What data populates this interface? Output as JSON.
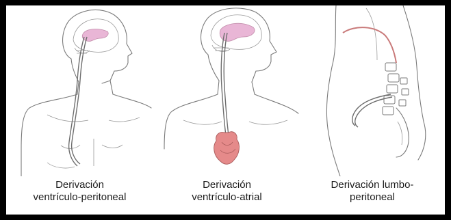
{
  "figure": {
    "panels": [
      {
        "id": "vp",
        "caption_line1": "Derivación",
        "caption_line2": "ventrículo-peritoneal"
      },
      {
        "id": "va",
        "caption_line1": "Derivación",
        "caption_line2": "ventrículo-atrial"
      },
      {
        "id": "lp",
        "caption_line1": "Derivación lumbo-",
        "caption_line2": "peritoneal"
      }
    ],
    "colors": {
      "ventricle_fill": "#e9b6d6",
      "heart_fill": "#e58a8a",
      "shunt_red": "#c97a7a",
      "outline": "#7a7a7a",
      "frame": "#000000"
    }
  }
}
